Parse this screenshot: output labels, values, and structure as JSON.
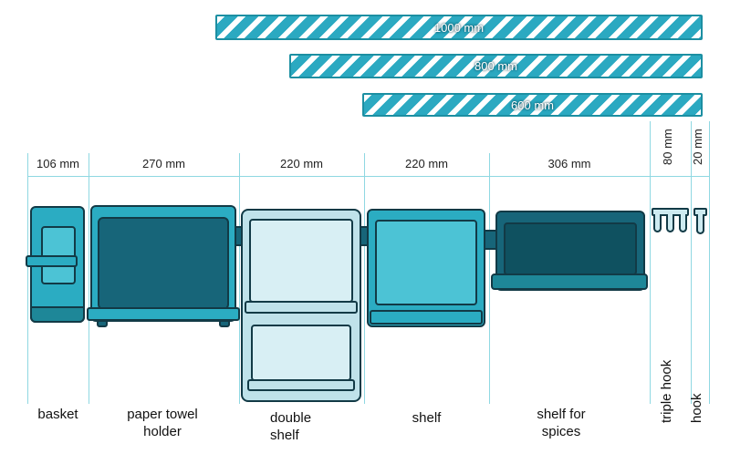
{
  "rails": [
    {
      "name": "rail-1000",
      "label": "1000 mm"
    },
    {
      "name": "rail-800",
      "label": "800 mm"
    },
    {
      "name": "rail-600",
      "label": "600 mm"
    }
  ],
  "accessories": [
    {
      "dimension": "106 mm",
      "label": "basket"
    },
    {
      "dimension": "270 mm",
      "label": "paper towel holder"
    },
    {
      "dimension": "220 mm",
      "label": "double shelf"
    },
    {
      "dimension": "220 mm",
      "label": "shelf"
    },
    {
      "dimension": "306 mm",
      "label": "shelf for spices"
    },
    {
      "dimension": "80 mm",
      "label": "triple hook"
    },
    {
      "dimension": "20 mm",
      "label": "hook"
    }
  ],
  "colors": {
    "teal_stripe": "#2BA9C1",
    "teal_medium": "#2BACC2",
    "teal_dark": "#176579",
    "teal_light": "#BFE2EA",
    "guide_line": "#8FD8E2",
    "outline": "#123A46"
  }
}
